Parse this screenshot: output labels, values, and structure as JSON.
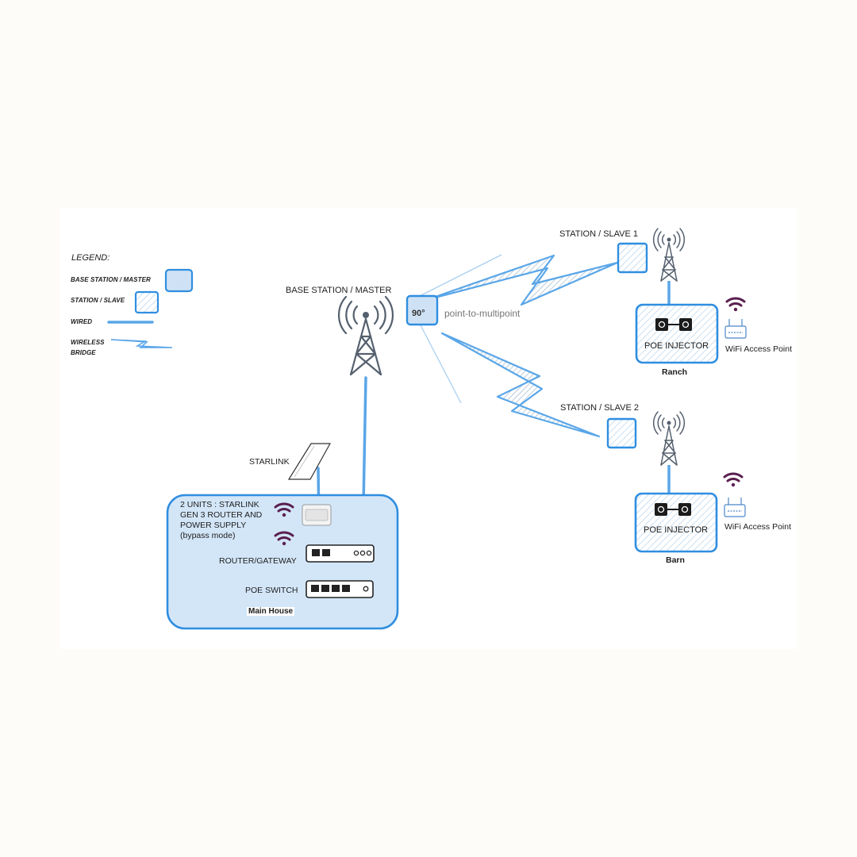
{
  "legend": {
    "title": "LEGEND:",
    "base_station": "BASE STATION / MASTER",
    "station_slave": "STATION / SLAVE",
    "wired": "WIRED",
    "wireless_line1": "WIRELESS",
    "wireless_line2": "BRIDGE"
  },
  "base_station": {
    "label": "BASE STATION / MASTER",
    "angle": "90°",
    "mode": "point-to-multipoint"
  },
  "slave1": {
    "label": "STATION / SLAVE 1"
  },
  "slave2": {
    "label": "STATION / SLAVE 2"
  },
  "ranch": {
    "injector": "POE INJECTOR",
    "ap": "WiFi Access Point",
    "site": "Ranch"
  },
  "barn": {
    "injector": "POE INJECTOR",
    "ap": "WiFi Access Point",
    "site": "Barn"
  },
  "starlink": {
    "label": "STARLINK"
  },
  "main_house": {
    "units_line1": "2 UNITS : STARLINK",
    "units_line2": "GEN 3 ROUTER AND",
    "units_line3": "POWER SUPPLY",
    "units_line4": "(bypass mode)",
    "router": "ROUTER/GATEWAY",
    "switch": "POE SWITCH",
    "site": "Main House"
  },
  "colors": {
    "line_blue": "#5aa6e8",
    "box_stroke": "#2f8ee0",
    "house_fill": "#d3e6f8",
    "wifi_purple": "#5a1f4f",
    "tower_gray": "#55606e"
  }
}
